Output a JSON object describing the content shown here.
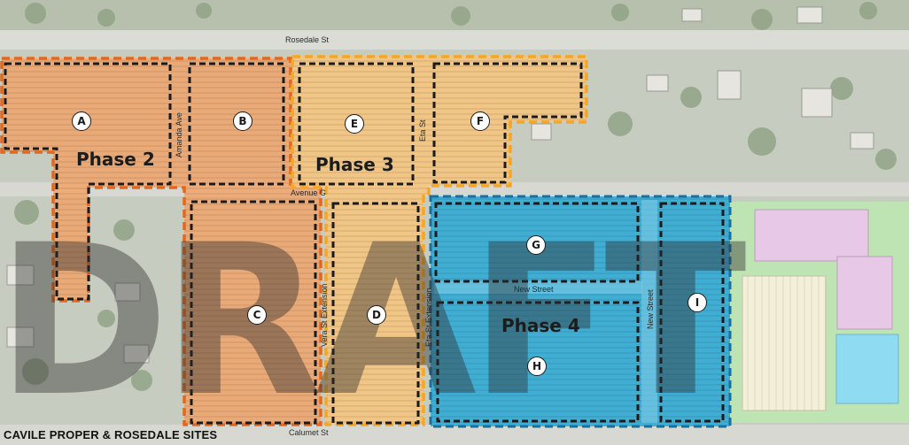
{
  "map": {
    "caption": "CAVILE PROPER & ROSEDALE SITES",
    "watermark": "DRAFT",
    "streets": {
      "rosedale": "Rosedale St",
      "amanda": "Amanda Ave",
      "avenue_g": "Avenue G",
      "eta": "Eta St",
      "vera_ext": "Vera St Extension",
      "eta_ext": "Eta St Extension",
      "new_street_h": "New Street",
      "new_street_v": "New Street",
      "calumet": "Calumet St"
    },
    "phases": {
      "phase2": {
        "label": "Phase 2",
        "color": "#f2a267"
      },
      "phase3": {
        "label": "Phase 3",
        "color": "#f7c37a"
      },
      "phase4": {
        "label": "Phase 4",
        "color": "#2ea9d6"
      }
    },
    "sites": {
      "A": "A",
      "B": "B",
      "C": "C",
      "D": "D",
      "E": "E",
      "F": "F",
      "G": "G",
      "H": "H",
      "I": "I"
    },
    "colors": {
      "phase2_border": "#e2681f",
      "phase3_border": "#f5a623",
      "phase4_border": "#1a6f9e",
      "site_border": "#1a1a1a"
    }
  }
}
